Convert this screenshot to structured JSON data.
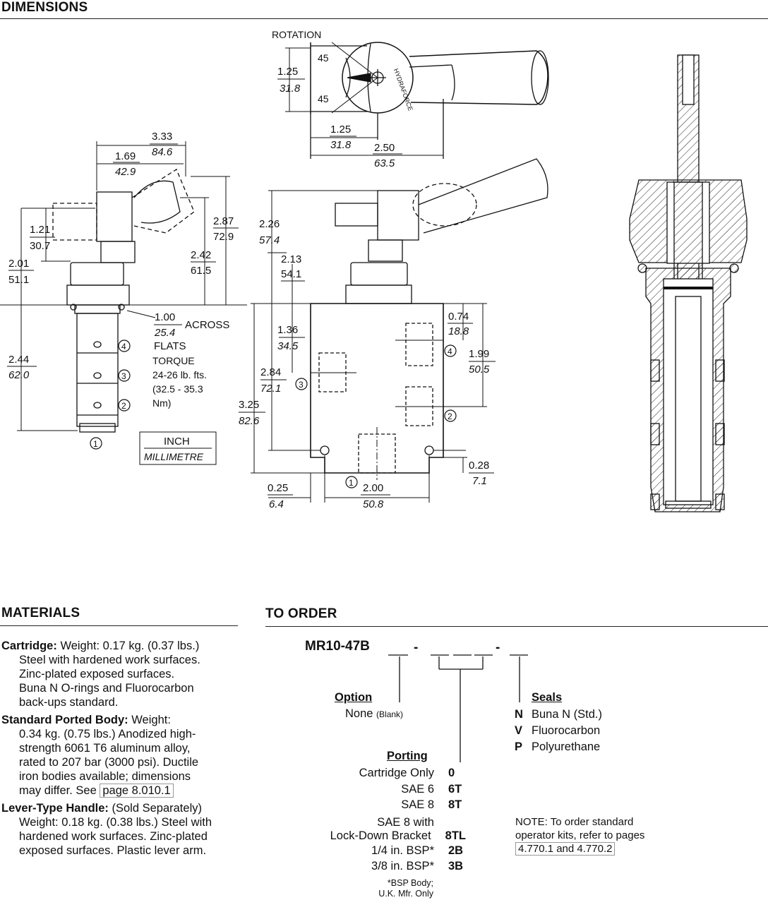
{
  "headings": {
    "dimensions": "DIMENSIONS",
    "materials": "MATERIALS",
    "to_order": "TO ORDER"
  },
  "drawing": {
    "rotation": "ROTATION",
    "angle_top": "45",
    "angle_bottom": "45",
    "brand_text": "HYDRAFORCE",
    "top_1_25": "1.25",
    "top_31_8": "31.8",
    "top_b_1_25": "1.25",
    "top_b_31_8": "31.8",
    "top_2_50": "2.50",
    "top_63_5": "63.5",
    "side_3_33": "3.33",
    "side_84_6": "84.6",
    "side_1_69": "1.69",
    "side_42_9": "42.9",
    "side_1_21": "1.21",
    "side_30_7": "30.7",
    "side_2_01": "2.01",
    "side_51_1": "51.1",
    "side_2_87": "2.87",
    "side_72_9": "72.9",
    "side_2_42": "2.42",
    "side_61_5": "61.5",
    "side_2_44": "2.44",
    "side_62_0": "62.0",
    "across_1_00": "1.00",
    "across_25_4": "25.4",
    "across": "ACROSS",
    "flats": "FLATS",
    "torque": "TORQUE",
    "torque_1": "24-26 lb. fts.",
    "torque_2": "(32.5 - 35.3",
    "torque_3": "Nm)",
    "port4": "4",
    "port3": "3",
    "port2": "2",
    "port1": "1",
    "legend_inch": "INCH",
    "legend_mm": "MILLIMETRE",
    "body_2_26": "2.26",
    "body_57_4": "57.4",
    "body_2_13": "2.13",
    "body_54_1": "54.1",
    "body_1_36": "1.36",
    "body_34_5": "34.5",
    "body_2_84": "2.84",
    "body_72_1": "72.1",
    "body_3_25": "3.25",
    "body_82_6": "82.6",
    "body_0_74": "0.74",
    "body_18_8": "18.8",
    "body_1_99": "1.99",
    "body_50_5": "50.5",
    "body_0_28": "0.28",
    "body_7_1": "7.1",
    "body_0_25": "0.25",
    "body_6_4": "6.4",
    "body_2_00": "2.00",
    "body_50_8": "50.8"
  },
  "materials": [
    {
      "label": "Cartridge:",
      "lines": [
        "Weight: 0.17 kg. (0.37 lbs.)",
        "Steel with hardened work surfaces.",
        "Zinc-plated exposed surfaces.",
        "Buna N O-rings and Fluorocarbon",
        "back-ups standard."
      ]
    },
    {
      "label": "Standard Ported Body:",
      "lines": [
        "Weight:",
        "0.34 kg. (0.75 lbs.) Anodized high-",
        "strength 6061 T6 aluminum alloy,",
        "rated to 207 bar (3000 psi). Ductile",
        "iron bodies available; dimensions",
        "may differ. See"
      ],
      "link": "page 8.010.1"
    },
    {
      "label": "Lever-Type Handle:",
      "lines": [
        "(Sold Separately)",
        "Weight: 0.18 kg. (0.38 lbs.) Steel with",
        "hardened work surfaces. Zinc-plated",
        "exposed surfaces. Plastic lever arm."
      ]
    }
  ],
  "order": {
    "model": "MR10-47B",
    "option_title": "Option",
    "option_none": "None",
    "option_blank": "(Blank)",
    "porting_title": "Porting",
    "porting": [
      {
        "label": "Cartridge Only",
        "code": "0"
      },
      {
        "label": "SAE 6",
        "code": "6T"
      },
      {
        "label": "SAE 8",
        "code": "8T"
      },
      {
        "label": "SAE 8 with",
        "code": ""
      },
      {
        "label": "Lock-Down Bracket",
        "code": "8TL"
      },
      {
        "label": "1/4 in. BSP*",
        "code": "2B"
      },
      {
        "label": "3/8 in. BSP*",
        "code": "3B"
      }
    ],
    "bsp_note_1": "*BSP Body;",
    "bsp_note_2": "U.K. Mfr. Only",
    "seals_title": "Seals",
    "seals": [
      {
        "code": "N",
        "label": "Buna N (Std.)"
      },
      {
        "code": "V",
        "label": "Fluorocarbon"
      },
      {
        "code": "P",
        "label": "Polyurethane"
      }
    ],
    "note_1": "NOTE: To order standard",
    "note_2": "operator kits, refer to pages",
    "note_link": "4.770.1 and 4.770.2"
  }
}
